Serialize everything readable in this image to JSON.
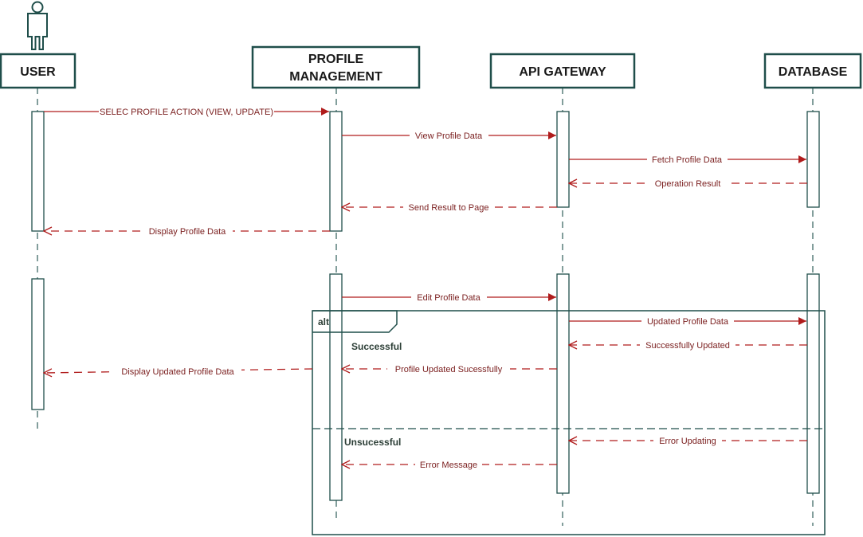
{
  "colors": {
    "box": "#1f4e4a",
    "arrow": "#b01c1c",
    "label": "#7a1e1e",
    "frame": "#1f4e4a"
  },
  "participants": [
    {
      "key": "user",
      "label_lines": [
        "USER"
      ],
      "icon": "actor-icon"
    },
    {
      "key": "profile",
      "label_lines": [
        "PROFILE",
        "MANAGEMENT"
      ]
    },
    {
      "key": "api",
      "label_lines": [
        "API GATEWAY"
      ]
    },
    {
      "key": "db",
      "label_lines": [
        "DATABASE"
      ]
    }
  ],
  "messages": [
    {
      "text": "SELEC PROFILE ACTION (VIEW, UPDATE)",
      "style": "sync"
    },
    {
      "text": "View Profile Data",
      "style": "sync"
    },
    {
      "text": "Fetch Profile Data",
      "style": "sync"
    },
    {
      "text": "Operation Result",
      "style": "return"
    },
    {
      "text": "Send Result to Page",
      "style": "return"
    },
    {
      "text": "Display Profile Data",
      "style": "return"
    },
    {
      "text": "Edit Profile Data",
      "style": "sync"
    },
    {
      "text": "Updated Profile Data",
      "style": "sync"
    },
    {
      "text": "Successfully Updated",
      "style": "return"
    },
    {
      "text": "Profile Updated Sucessfully",
      "style": "return"
    },
    {
      "text": "Display Updated Profile Data",
      "style": "return"
    },
    {
      "text": "Error Updating",
      "style": "return"
    },
    {
      "text": "Error Message",
      "style": "return"
    }
  ],
  "fragment": {
    "operator": "alt",
    "operands": [
      "Successful",
      "Unsucessful"
    ]
  }
}
